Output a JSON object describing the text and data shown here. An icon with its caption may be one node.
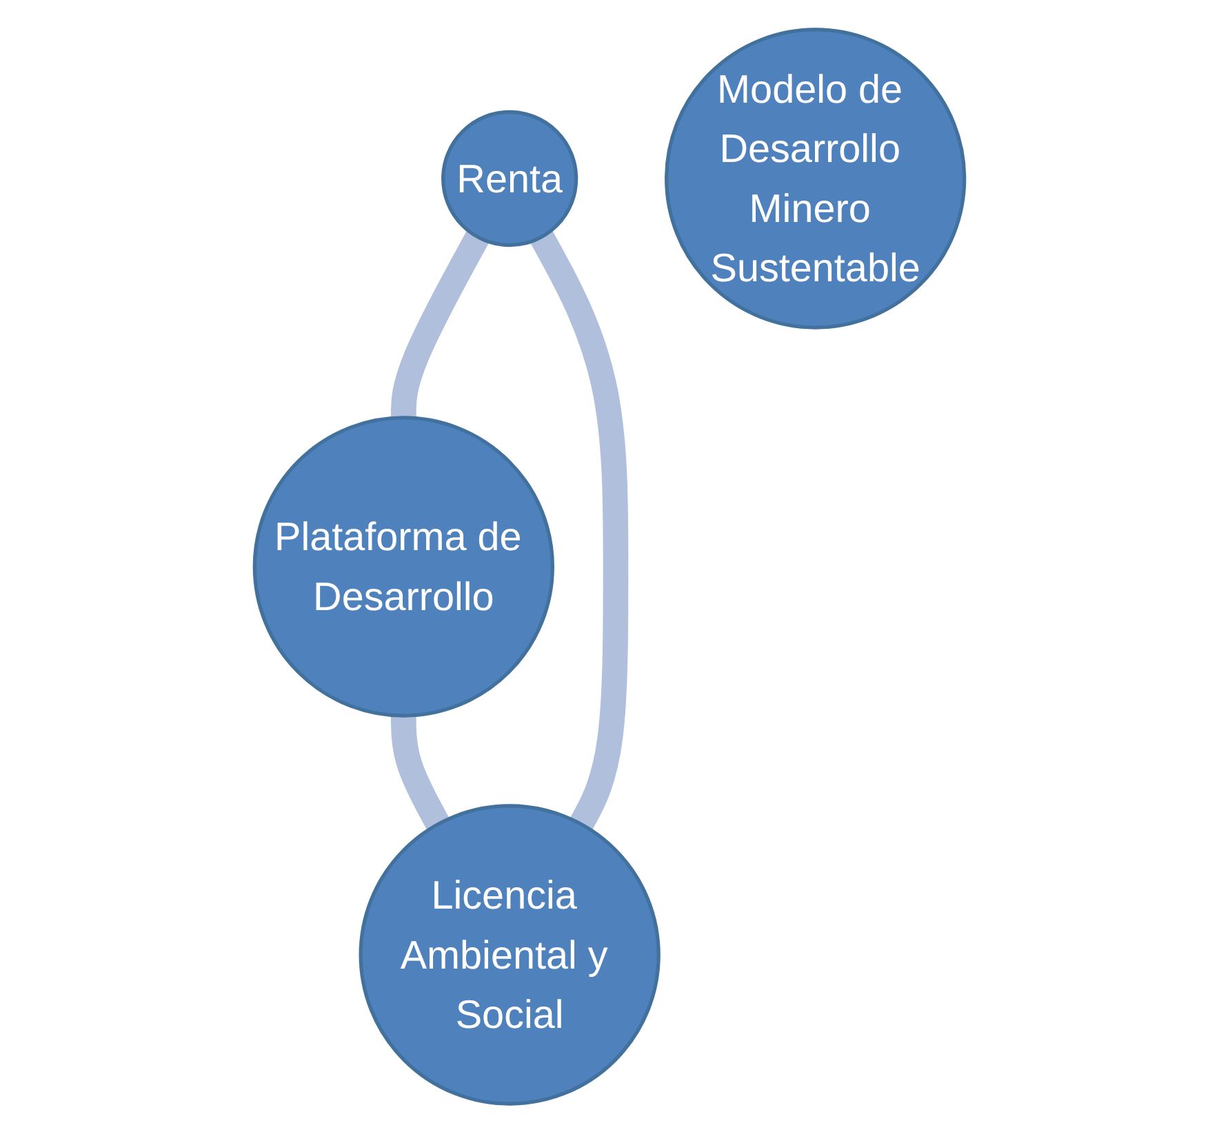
{
  "diagram": {
    "nodes": [
      {
        "text": [
          "Renta"
        ]
      },
      {
        "text": [
          "Modelo de Desarrollo Minero Sustentable"
        ]
      },
      {
        "text": [
          "Licencia Ambiental y Social"
        ]
      },
      {
        "text": [
          "Plataforma de Desarrollo"
        ]
      }
    ],
    "edges": [
      {
        "from": 0,
        "to": 3,
        "arrow": "none"
      },
      {
        "from": 3,
        "to": 2,
        "arrow": "none"
      },
      {
        "from": 2,
        "to": 0,
        "arrow": "none"
      }
    ]
  }
}
